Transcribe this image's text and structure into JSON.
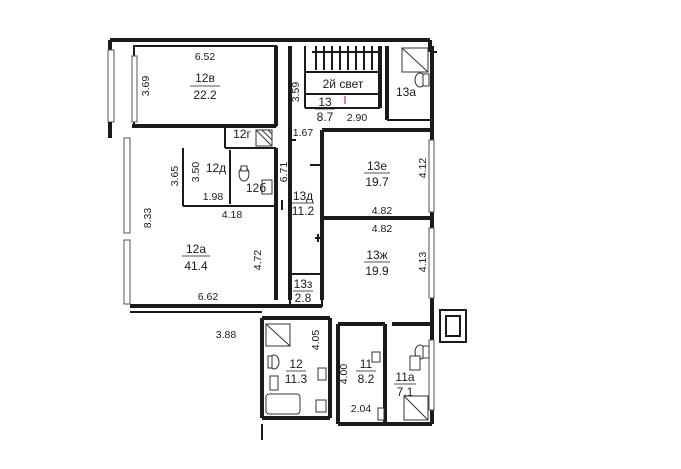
{
  "rooms": [
    {
      "id": "12v",
      "number": "12в",
      "area": "22.2"
    },
    {
      "id": "12g",
      "number": "12г",
      "area": ""
    },
    {
      "id": "12d",
      "number": "12д",
      "area": ""
    },
    {
      "id": "12b",
      "number": "12б",
      "area": ""
    },
    {
      "id": "12a",
      "number": "12а",
      "area": "41.4"
    },
    {
      "id": "13",
      "number": "13",
      "area": "8.7"
    },
    {
      "id": "13a",
      "number": "13а",
      "area": ""
    },
    {
      "id": "13d",
      "number": "13д",
      "area": "11.2"
    },
    {
      "id": "13e",
      "number": "13е",
      "area": "19.7"
    },
    {
      "id": "13zh",
      "number": "13ж",
      "area": "19.9"
    },
    {
      "id": "13z",
      "number": "13з",
      "area": "2.8"
    },
    {
      "id": "12",
      "number": "12",
      "area": "11.3"
    },
    {
      "id": "11",
      "number": "11",
      "area": "8.2"
    },
    {
      "id": "11a",
      "number": "11а",
      "area": "7.1"
    }
  ],
  "labels": {
    "second_light": "2й свет"
  },
  "dimensions": {
    "d_6_52": "6.52",
    "d_3_69": "3.69",
    "d_3_59": "3.59",
    "d_2_90": "2.90",
    "d_1_67": "1.67",
    "d_6_71": "6.71",
    "d_3_65": "3.65",
    "d_3_50": "3.50",
    "d_1_98": "1.98",
    "d_4_18": "4.18",
    "d_4_12": "4.12",
    "d_4_82_top": "4.82",
    "d_4_82_bot": "4.82",
    "d_8_33": "8.33",
    "d_4_72": "4.72",
    "d_4_13": "4.13",
    "d_6_62": "6.62",
    "d_3_88": "3.88",
    "d_4_05": "4.05",
    "d_4_00": "4.00",
    "d_2_04": "2.04"
  }
}
